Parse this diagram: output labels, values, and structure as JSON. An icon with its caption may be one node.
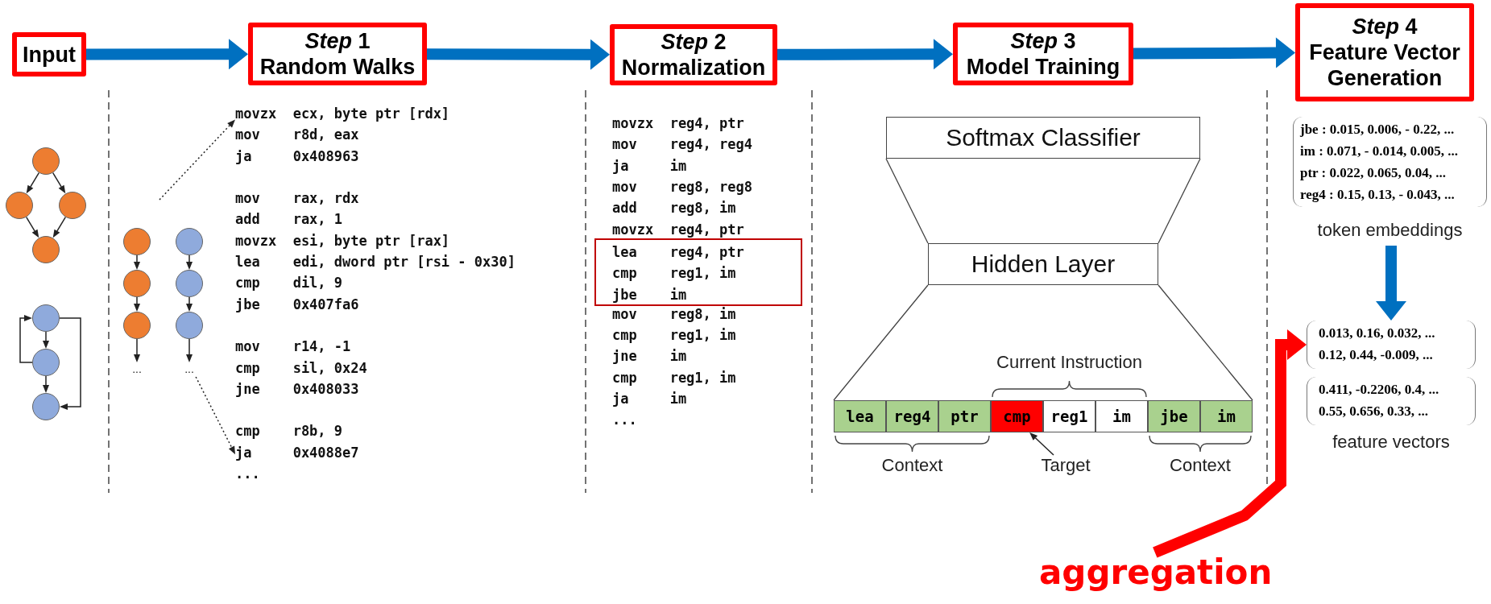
{
  "diagram": {
    "nodes": [
      {
        "text": [
          "Input"
        ]
      },
      {
        "text": [
          "*Step* 1",
          "Random Walks"
        ]
      },
      {
        "text": [
          "*Step* 2",
          "Normalization"
        ]
      },
      {
        "text": [
          "*Step* 3",
          "Model Training"
        ]
      },
      {
        "text": [
          "*Step* 4",
          "Feature Vector Generation"
        ]
      },
      {
        "text": [],
        "shape": "circle"
      },
      {
        "text": [],
        "shape": "circle"
      },
      {
        "text": [],
        "shape": "circle"
      },
      {
        "text": [],
        "shape": "circle"
      },
      {
        "text": [],
        "shape": "circle"
      },
      {
        "text": [],
        "shape": "circle"
      },
      {
        "text": [],
        "shape": "circle"
      },
      {
        "text": [],
        "shape": "circle"
      },
      {
        "text": [],
        "shape": "circle"
      },
      {
        "text": [],
        "shape": "circle"
      },
      {
        "text": [
          "..."
        ]
      },
      {
        "text": [],
        "shape": "circle"
      },
      {
        "text": [],
        "shape": "circle"
      },
      {
        "text": [],
        "shape": "circle"
      },
      {
        "text": [
          "..."
        ]
      },
      {
        "text": [
          "movzx ecx, byte ptr [rdx]",
          "mov r8d, eax",
          "ja 0x408963",
          "mov rax, rdx",
          "add rax, 1",
          "movzx esi, byte ptr [rax]",
          "lea edi, dword ptr [rsi - 0x30]",
          "cmp dil, 9",
          "jbe 0x407fa6",
          "mov r14, -1",
          "cmp sil, 0x24",
          "jne 0x408033",
          "cmp r8b, 9",
          "ja 0x4088e7",
          "..."
        ]
      },
      {
        "text": [
          "lea reg4, ptr",
          "cmp reg1, im",
          "jbe im"
        ]
      },
      {
        "text": [
          "Softmax Classifier"
        ]
      },
      {
        "text": [
          "Hidden Layer"
        ]
      },
      {
        "text": [
          "lea"
        ]
      },
      {
        "text": [
          "reg4"
        ]
      },
      {
        "text": [
          "ptr"
        ]
      },
      {
        "text": [
          "cmp"
        ]
      },
      {
        "text": [
          "reg1"
        ]
      },
      {
        "text": [
          "im"
        ]
      },
      {
        "text": [
          "jbe"
        ]
      },
      {
        "text": [
          "im"
        ]
      },
      {
        "text": [
          "Target"
        ]
      },
      {
        "text": [
          "jbe : 0.015, 0.006, - 0.22, ...",
          "im : 0.071, - 0.014, 0.005, ...",
          "ptr : 0.022, 0.065, 0.04, ...",
          "reg4 : 0.15, 0.13, - 0.043, ..."
        ],
        "beside": [
          "token embeddings"
        ]
      },
      {
        "text": [
          "0.013, 0.16, 0.032, ...",
          "0.12, 0.44, -0.009, ..."
        ]
      },
      {
        "text": [
          "0.411, -0.2206, 0.4, ...",
          "0.55, 0.656, 0.33, ..."
        ]
      },
      {
        "text": [
          "aggregation"
        ]
      }
    ],
    "edges": [
      {
        "from": 0,
        "to": 1,
        "arrow": "to",
        "style": "thick",
        "color": "#0070c0"
      },
      {
        "from": 1,
        "to": 2,
        "arrow": "to",
        "style": "thick",
        "color": "#0070c0"
      },
      {
        "from": 2,
        "to": 3,
        "arrow": "to",
        "style": "thick",
        "color": "#0070c0"
      },
      {
        "from": 3,
        "to": 4,
        "arrow": "to",
        "style": "thick",
        "color": "#0070c0"
      },
      {
        "from": 5,
        "to": 6,
        "arrow": "to"
      },
      {
        "from": 5,
        "to": 7,
        "arrow": "to"
      },
      {
        "from": 6,
        "to": 8,
        "arrow": "to"
      },
      {
        "from": 7,
        "to": 8,
        "arrow": "to"
      },
      {
        "from": 9,
        "to": 10,
        "arrow": "to"
      },
      {
        "from": 10,
        "to": 11,
        "arrow": "to"
      },
      {
        "from": 10,
        "to": 9,
        "arrow": "to"
      },
      {
        "from": 9,
        "to": 11,
        "arrow": "to"
      },
      {
        "from": 12,
        "to": 13,
        "arrow": "to"
      },
      {
        "from": 13,
        "to": 14,
        "arrow": "to"
      },
      {
        "from": 14,
        "to": 15,
        "arrow": "to"
      },
      {
        "from": 16,
        "to": 17,
        "arrow": "to"
      },
      {
        "from": 17,
        "to": 18,
        "arrow": "to"
      },
      {
        "from": 18,
        "to": 19,
        "arrow": "to"
      },
      {
        "from": null,
        "to": 20,
        "arrow": "to",
        "style": "dashed"
      },
      {
        "from": 19,
        "to": 20,
        "arrow": "to",
        "style": "dashed"
      },
      {
        "from": 32,
        "to": 27,
        "arrow": "to"
      },
      {
        "from": 33,
        "to": 34,
        "arrow": "to",
        "style": "thick",
        "color": "#0070c0"
      },
      {
        "from": 36,
        "to": 34,
        "arrow": "to",
        "style": "thick",
        "color": "#ff0000"
      }
    ],
    "labels": [
      "movzx reg4, ptr",
      "mov reg4, reg4",
      "ja im",
      "mov reg8, reg8",
      "add reg8, im",
      "movzx reg4, ptr",
      "mov reg8, im",
      "cmp reg1, im",
      "jne im",
      "cmp reg1, im",
      "ja im",
      "...",
      "Current Instruction",
      "Context",
      "Context",
      "feature vectors"
    ]
  }
}
